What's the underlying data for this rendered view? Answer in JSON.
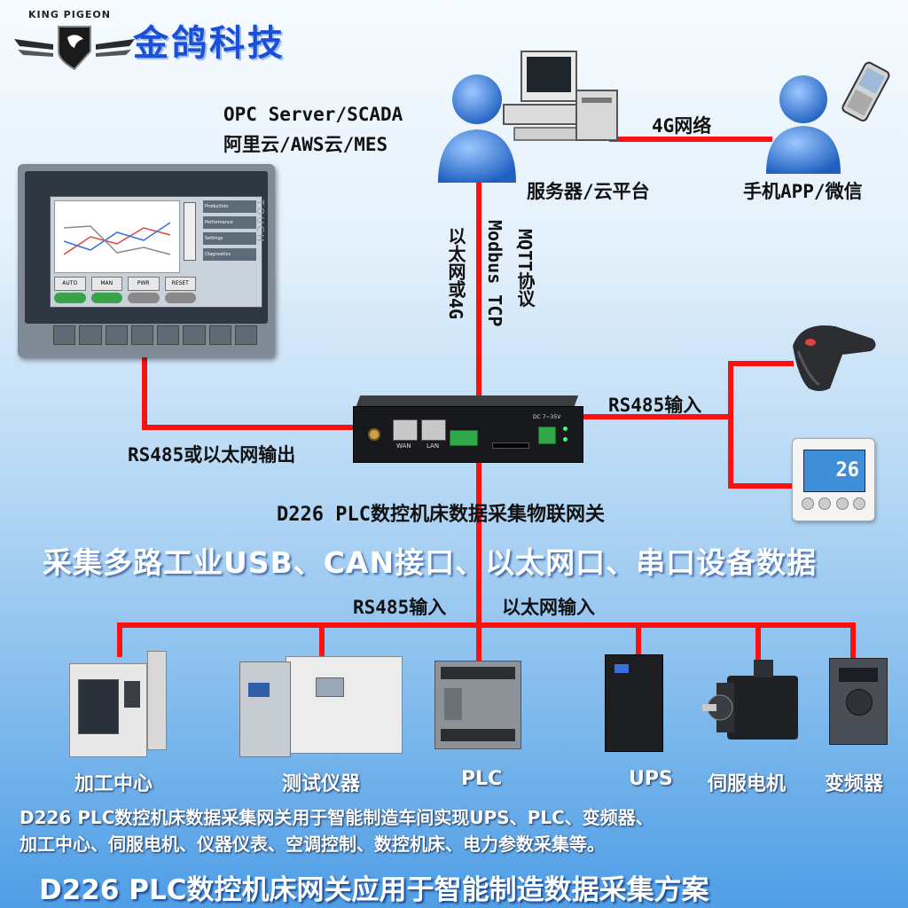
{
  "brand": {
    "english": "KING PIGEON",
    "chinese": "金鸽科技"
  },
  "top": {
    "software_line1": "OPC Server/SCADA",
    "software_line2": "阿里云/AWS云/MES",
    "server_caption": "服务器/云平台",
    "link_4g": "4G网络",
    "phone_caption": "手机APP/微信",
    "vertical_col1": "以太网或4G",
    "vertical_col2": "Modbus TCP",
    "vertical_col3": "MQTT协议"
  },
  "middle": {
    "hmi_output": "RS485或以太网输出",
    "rs485_in_right": "RS485输入",
    "gateway_title": "D226 PLC数控机床数据采集物联网关",
    "headline": "采集多路工业USB、CAN接口、以太网口、串口设备数据",
    "rs485_in_bottom": "RS485输入",
    "eth_in_bottom": "以太网输入"
  },
  "gateway_ports": {
    "wan": "WAN",
    "lan": "LAN",
    "power": "DC 7~35V"
  },
  "hmi_screen": {
    "side_buttons": [
      "Production",
      "Performance",
      "Settings",
      "Diagnostics"
    ],
    "bottom_buttons": [
      "AUTO",
      "MAN",
      "PWR",
      "RESET"
    ],
    "brand_tag": "TOUCH",
    "thermostat_reading": "26"
  },
  "devices": [
    {
      "key": "machining",
      "label": "加工中心"
    },
    {
      "key": "tester",
      "label": "测试仪器"
    },
    {
      "key": "plc",
      "label": "PLC"
    },
    {
      "key": "ups",
      "label": "UPS"
    },
    {
      "key": "servo",
      "label": "伺服电机"
    },
    {
      "key": "inverter",
      "label": "变频器"
    }
  ],
  "description": {
    "line1": "D226 PLC数控机床数据采集网关用于智能制造车间实现UPS、PLC、变频器、",
    "line2": "加工中心、伺服电机、仪器仪表、空调控制、数控机床、电力参数采集等。"
  },
  "footer_title": "D226 PLC数控机床网关应用于智能制造数据采集方案",
  "colors": {
    "wire": "#ff1010",
    "brand_blue": "#1a4fd6",
    "headline": "#ffffff",
    "footer": "#ffffff",
    "person": "#3d86e0"
  }
}
